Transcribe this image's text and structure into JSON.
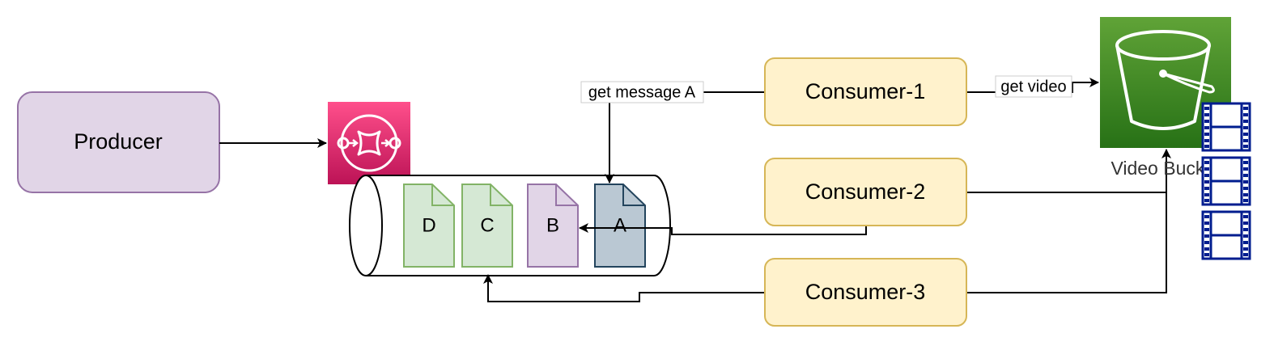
{
  "nodes": {
    "producer": "Producer",
    "consumer1": "Consumer-1",
    "consumer2": "Consumer-2",
    "consumer3": "Consumer-3",
    "bucket_label": "Video Bucket"
  },
  "messages": [
    "D",
    "C",
    "B",
    "A"
  ],
  "edge_labels": {
    "get_message": "get message A",
    "get_video": "get video"
  },
  "icons": {
    "queue": "sqs-queue-icon",
    "bucket": "s3-bucket-icon",
    "film": "film-strip-icon"
  },
  "colors": {
    "producer_fill": "#e1d5e7",
    "producer_stroke": "#9673a6",
    "consumer_fill": "#fff2cc",
    "consumer_stroke": "#d6b656",
    "msg_green_fill": "#d5e8d4",
    "msg_green_stroke": "#82b366",
    "msg_purple_fill": "#e1d5e7",
    "msg_purple_stroke": "#9673a6",
    "msg_blue_fill": "#bac8d3",
    "msg_blue_stroke": "#23445d",
    "sqs_top": "#ff4f8b",
    "sqs_bottom": "#bc1356",
    "s3_top": "#60a337",
    "s3_bottom": "#277116",
    "film": "#001d8f"
  }
}
